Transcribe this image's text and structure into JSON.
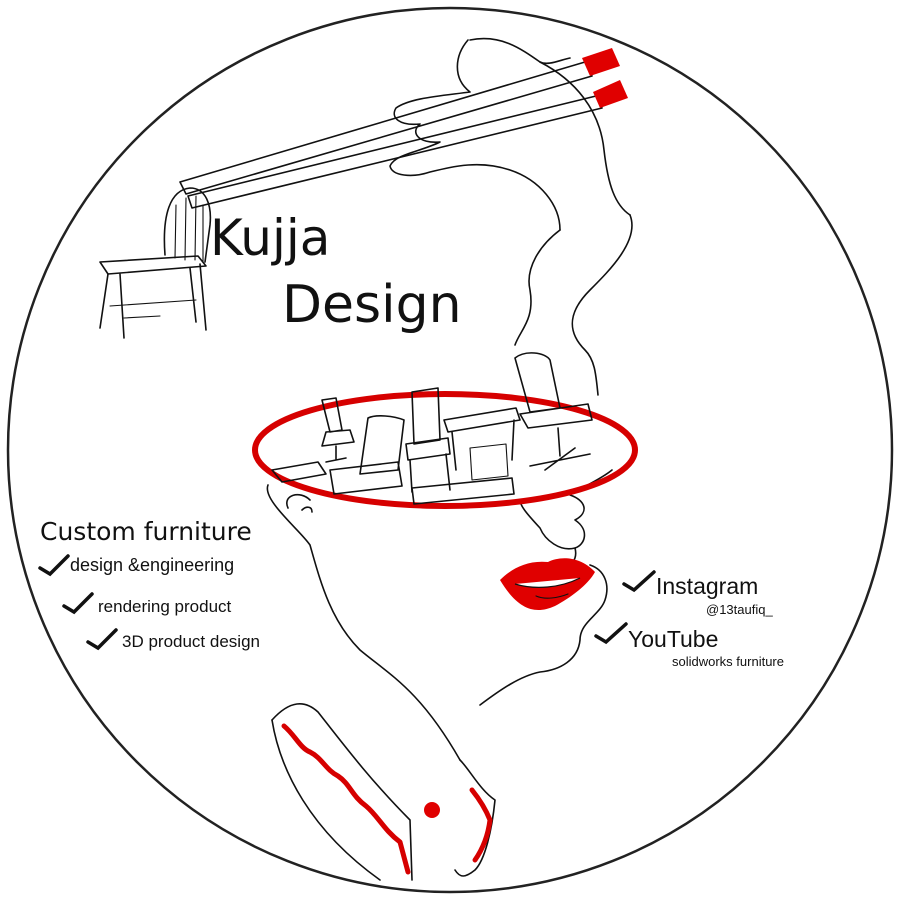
{
  "brand": {
    "line1": "Kujja",
    "line2": "Design"
  },
  "services": {
    "heading": "Custom furniture",
    "items": [
      {
        "label": "design &engineering"
      },
      {
        "label": "rendering product"
      },
      {
        "label": "3D product design"
      }
    ]
  },
  "social": {
    "instagram": {
      "label": "Instagram",
      "handle": "@13taufiq_"
    },
    "youtube": {
      "label": "YouTube",
      "channel": "solidworks furniture"
    }
  },
  "colors": {
    "accent": "#e00000",
    "ink": "#111111",
    "background": "#ffffff"
  },
  "icons": [
    "check-icon",
    "chopsticks-icon",
    "chair-icon"
  ]
}
